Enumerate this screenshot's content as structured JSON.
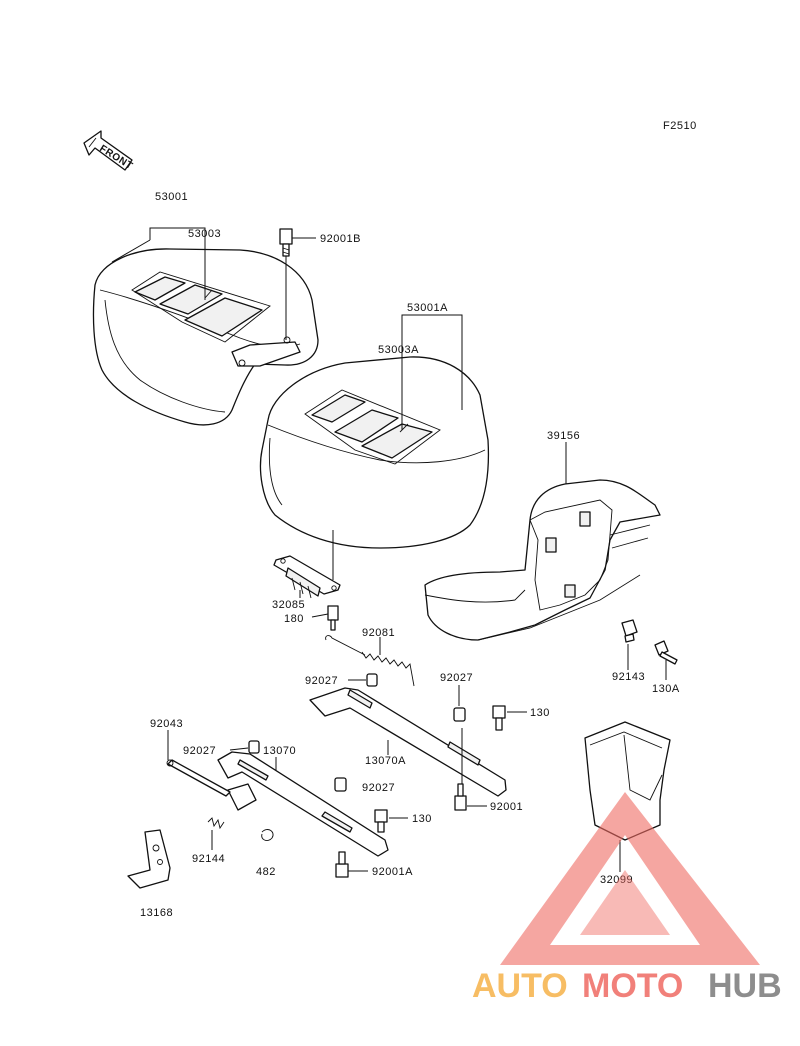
{
  "figure_code": "F2510",
  "front_arrow_label": "FRONT",
  "parts": {
    "p53001": "53001",
    "p53003": "53003",
    "p92001B": "92001B",
    "p53001A": "53001A",
    "p53003A": "53003A",
    "p39156": "39156",
    "p32085": "32085",
    "p180": "180",
    "p92081": "92081",
    "p92027a": "92027",
    "p92027b": "92027",
    "p130a": "130",
    "p13070A": "13070A",
    "p92043": "92043",
    "p92027c": "92027",
    "p13070": "13070",
    "p92027d": "92027",
    "p130b": "130",
    "p92001": "92001",
    "p92143": "92143",
    "p130A": "130A",
    "p92144": "92144",
    "p482": "482",
    "p92001A": "92001A",
    "p32099": "32099",
    "p13168": "13168"
  },
  "watermark": {
    "auto": "AUTO",
    "moto": "MOTO",
    "hub": "HUB",
    "colors": {
      "auto": "#f6b24a",
      "moto": "#ef6b63",
      "hub": "#7a7a7a",
      "triangle": "#ef6b63"
    }
  }
}
